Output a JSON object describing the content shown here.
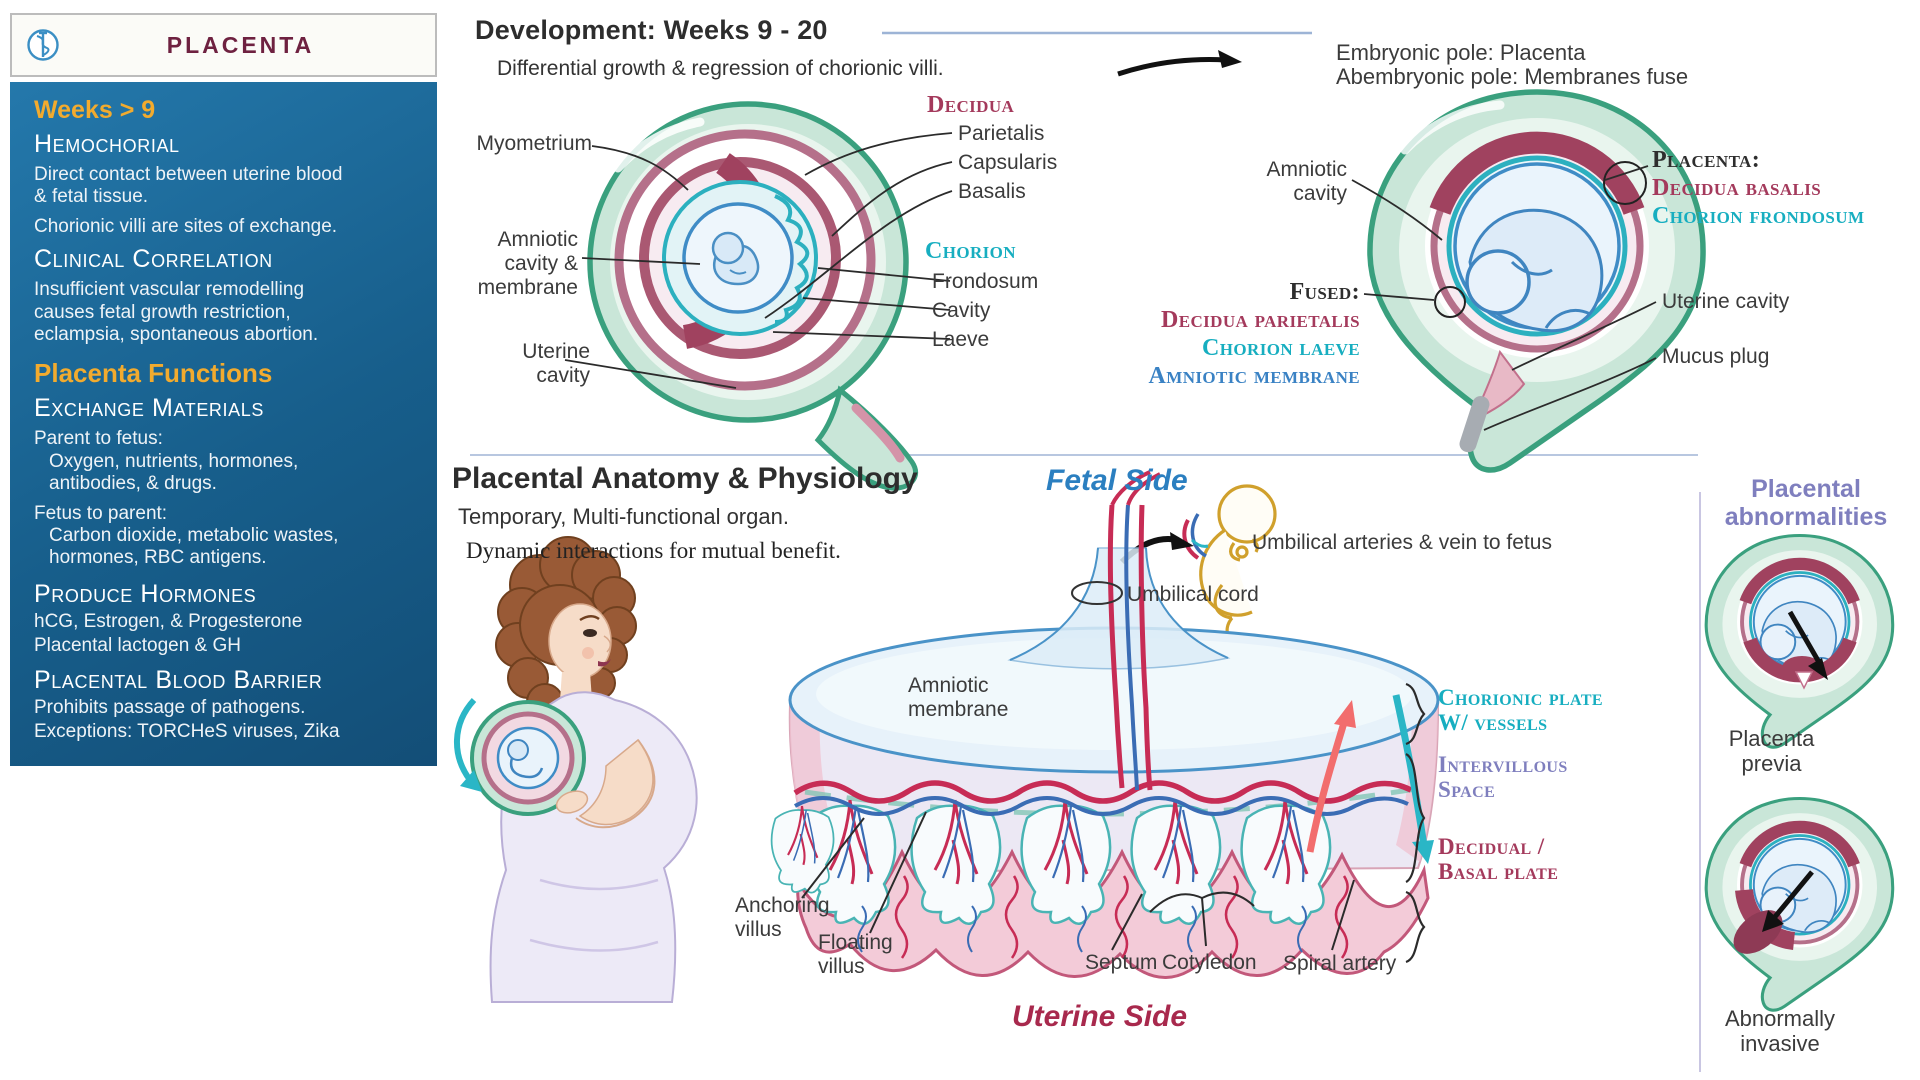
{
  "colors": {
    "sidebar_blue": "#175e8b",
    "gold": "#f2ab2e",
    "header_maroon": "#6e2140",
    "decidua_red": "#a43a5c",
    "chorion_teal": "#17aec0",
    "membrane_blue": "#3a82c4",
    "purple": "#7f7fbe",
    "fetal_side_blue": "#2b7fc0",
    "uterine_side_maroon": "#a8294d",
    "uterus_green": "#3aa07e",
    "vessel_red": "#c72c55",
    "vessel_blue": "#3a6cb4"
  },
  "sidebar": {
    "logo_icon": "medical-staff-icon",
    "title": "PLACENTA",
    "weeks_heading": "Weeks > 9",
    "hemochorial_heading": "Hemochorial",
    "hemochorial_p1": "Direct contact between uterine blood & fetal tissue.",
    "hemochorial_p2": "Chorionic villi are sites of exchange.",
    "clinical_heading": "Clinical Correlation",
    "clinical_p": "Insufficient vascular remodelling causes fetal growth restriction, eclampsia, spontaneous abortion.",
    "functions_heading": "Placenta Functions",
    "exchange_heading": "Exchange Materials",
    "parent_label": "Parent to fetus:",
    "parent_items": "Oxygen, nutrients, hormones, antibodies, &  drugs.",
    "fetus_label": "Fetus to parent:",
    "fetus_items": "Carbon dioxide, metabolic wastes, hormones, RBC antigens.",
    "hormones_heading": "Produce Hormones",
    "hormones_p1": "hCG, Estrogen, & Progesterone",
    "hormones_p2": "Placental lactogen & GH",
    "barrier_heading": "Placental Blood Barrier",
    "barrier_p1": "Prohibits passage of pathogens.",
    "barrier_p2": "Exceptions: TORCHeS viruses, Zika"
  },
  "development": {
    "title": "Development: Weeks 9 - 20",
    "subtitle": "Differential growth & regression of chorionic villi.",
    "diagram1": {
      "myometrium": "My​ometrium",
      "amniotic_cavity_membrane": "Amniotic cavity & membrane",
      "uterine_cavity": "Uterine cavity",
      "decidua_heading": "Decidua",
      "decidua_parietalis": "Parietalis",
      "decidua_capsularis": "Capsularis",
      "decidua_basalis": "Basalis",
      "chorion_heading": "Chorion",
      "chorion_frondosum": "Frondosum",
      "chorion_cavity": "Cavity",
      "chorion_laeve": "Laeve"
    },
    "diagram2": {
      "pole_line1": "Embryonic pole: Placenta",
      "pole_line2": "Abembryonic pole: Membranes fuse",
      "amniotic_cavity": "Amniotic cavity",
      "placenta_heading": "Placenta:",
      "placenta_item1": "Decidua basalis",
      "placenta_item2": "Chorion frondosum",
      "fused_heading": "Fused:",
      "fused_item1": "Decidua parietalis",
      "fused_item2": "Chorion laeve",
      "fused_item3": "Amniotic membrane",
      "uterine_cavity": "Uterine cavity",
      "mucus_plug": "Mucus plug"
    }
  },
  "anatomy": {
    "title": "Placental Anatomy & Physiology",
    "subtitle1": "Temporary, Multi-functional organ.",
    "subtitle2": "Dynamic interactions for mutual benefit.",
    "fetal_side": "Fetal Side",
    "uterine_side": "Uterine Side",
    "umbilical_to_fetus": "Umbilical arteries & vein to fetus",
    "umbilical_cord": "Umbilical cord",
    "amniotic_membrane": "Amniotic membrane",
    "chorionic_plate_l1": "Chorionic plate",
    "chorionic_plate_l2": "W/ vessels",
    "intervillous_l1": "Intervillous",
    "intervillous_l2": "Space",
    "decidual_l1": "Decidual /",
    "decidual_l2": "Basal plate",
    "anchoring_villus": "Anchoring villus",
    "floating_villus": "Floating villus",
    "septum": "Septum",
    "cotyledon": "Cotyledon",
    "spiral_artery": "Spiral artery"
  },
  "abnormalities": {
    "title": "Placental abnormalities",
    "caption1": "Placenta previa",
    "caption2": "Abnormally invasive"
  }
}
